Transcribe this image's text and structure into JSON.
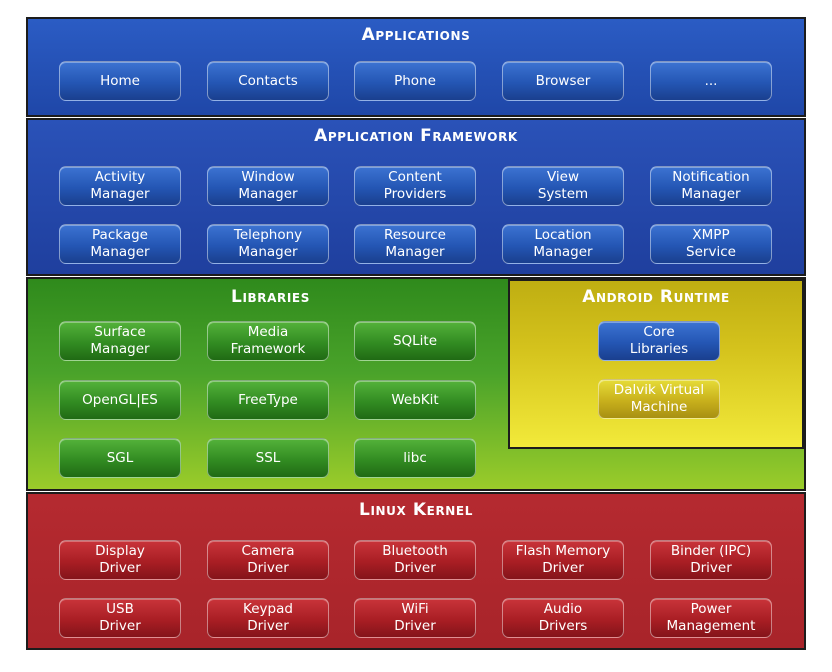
{
  "applications": {
    "title": "Applications",
    "items": [
      "Home",
      "Contacts",
      "Phone",
      "Browser",
      "..."
    ]
  },
  "framework": {
    "title": "Application Framework",
    "row1": [
      "Activity\nManager",
      "Window\nManager",
      "Content\nProviders",
      "View\nSystem",
      "Notification\nManager"
    ],
    "row2": [
      "Package\nManager",
      "Telephony\nManager",
      "Resource\nManager",
      "Location\nManager",
      "XMPP\nService"
    ]
  },
  "libraries": {
    "title": "Libraries",
    "row1": [
      "Surface\nManager",
      "Media\nFramework",
      "SQLite"
    ],
    "row2": [
      "OpenGL|ES",
      "FreeType",
      "WebKit"
    ],
    "row3": [
      "SGL",
      "SSL",
      "libc"
    ]
  },
  "runtime": {
    "title": "Android Runtime",
    "core": "Core\nLibraries",
    "dalvik": "Dalvik Virtual\nMachine"
  },
  "kernel": {
    "title": "Linux Kernel",
    "row1": [
      "Display\nDriver",
      "Camera\nDriver",
      "Bluetooth\nDriver",
      "Flash Memory\nDriver",
      "Binder (IPC)\nDriver"
    ],
    "row2": [
      "USB\nDriver",
      "Keypad\nDriver",
      "WiFi\nDriver",
      "Audio\nDrivers",
      "Power\nManagement"
    ]
  },
  "colors": {
    "applications_band": "#1f47a8",
    "framework_band": "#1f3f9e",
    "libraries_band": "#3f9a22",
    "runtime_band": "#d4c21c",
    "kernel_band": "#a8242a"
  }
}
